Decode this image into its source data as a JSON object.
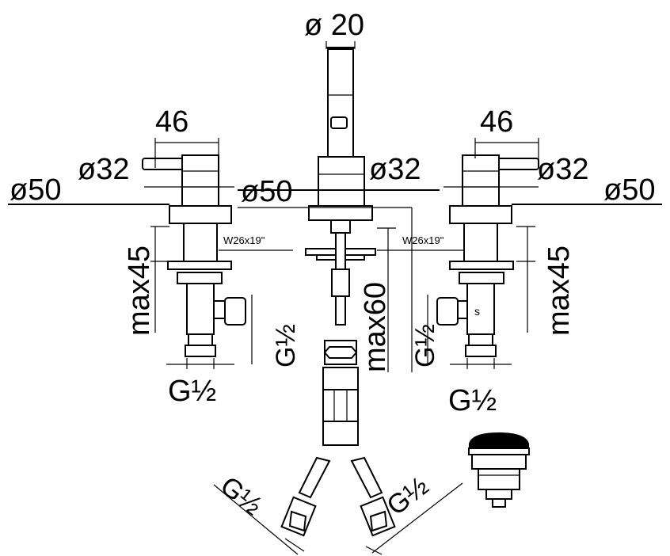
{
  "dims": {
    "spout_dia": "ø 20",
    "handle_len_left": "46",
    "handle_len_right": "46",
    "dia32_left": "ø32",
    "dia50_left": "ø50",
    "dia50_center": "ø50",
    "dia32_center": "ø32",
    "dia32_right": "ø32",
    "dia50_right": "ø50",
    "max45_left": "max45",
    "max45_right": "max45",
    "max60_center": "max60",
    "thread_left": "W26x19\"",
    "thread_right": "W26x19\"",
    "g_half": "G½"
  }
}
